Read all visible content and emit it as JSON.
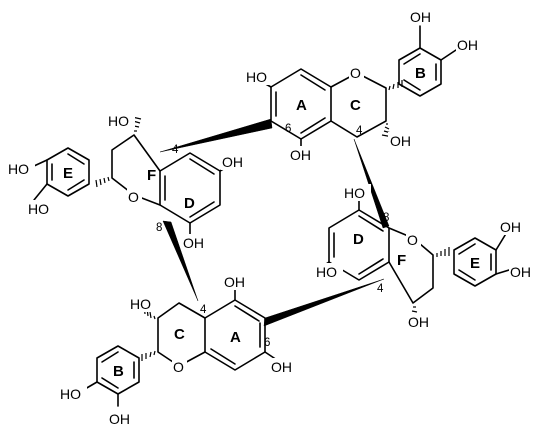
{
  "ring_labels": {
    "A": "A",
    "B": "B",
    "C": "C",
    "D": "D",
    "E": "E",
    "F": "F"
  },
  "atoms": {
    "OH": "OH",
    "HO": "HO",
    "O": "O"
  },
  "positions": {
    "p4": "4",
    "p6": "6",
    "p8": "8"
  }
}
